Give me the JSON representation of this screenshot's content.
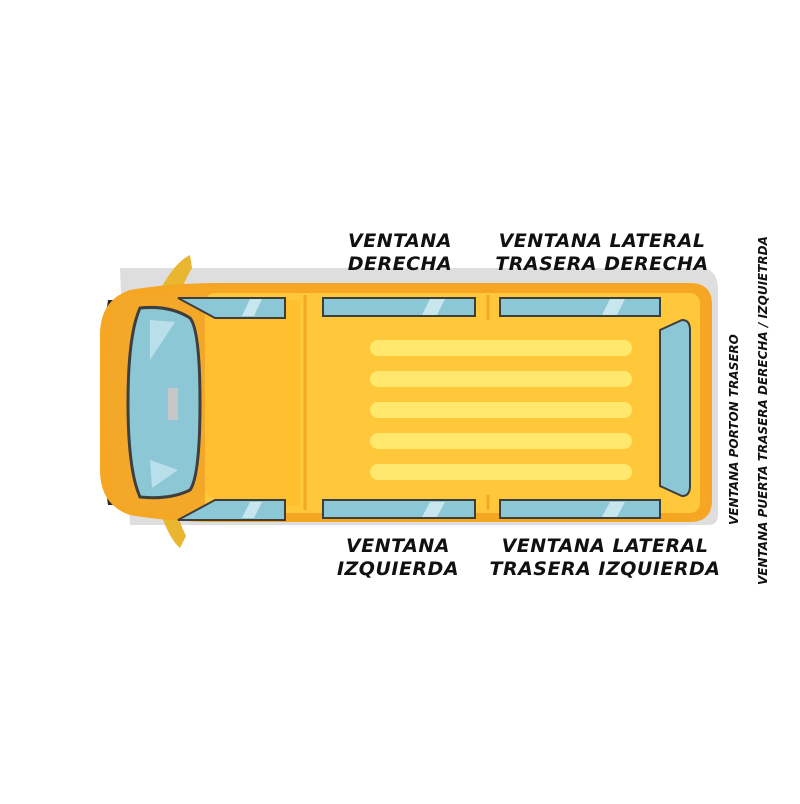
{
  "labels": {
    "right_window": {
      "line1": "VENTANA",
      "line2": "DERECHA"
    },
    "right_rear_side_window": {
      "line1": "VENTANA LATERAL",
      "line2": "TRASERA DERECHA"
    },
    "left_window": {
      "line1": "VENTANA",
      "line2": "IZQUIERDA"
    },
    "left_rear_side_window": {
      "line1": "VENTANA LATERAL",
      "line2": "TRASERA IZQUIERDA"
    },
    "rear_hatch_window": "VENTANA PORTON TRASERO",
    "rear_door_window": "VENTANA PUERTA TRASERA DERECHA / IZQUIETRDA"
  },
  "colors": {
    "body_yellow": "#ffc83a",
    "body_orange": "#f5a623",
    "glass_blue": "#8cc7d6",
    "glass_dark": "#5aa3b8",
    "roof_stripe": "#ffe86b",
    "tire_dark": "#2a2a2a",
    "shadow_gray": "#dcdcdc"
  },
  "icons": [
    "van-top-view-illustration"
  ]
}
